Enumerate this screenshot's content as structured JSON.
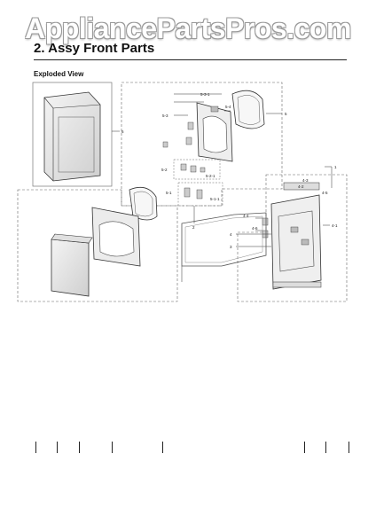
{
  "watermark": "AppliancePartsPros.com",
  "section_title": "2.  Assy Front Parts",
  "view_label": "Exploded View",
  "callouts": {
    "door_cover": "6",
    "door_set": "5",
    "door_hinge": "5-1",
    "door_hinge_a": "5-1-1",
    "door_glass": "5-3",
    "door_glass_a": "5-3-1",
    "door_handle": "5-4",
    "door_lock": "5-2",
    "door_lock_a": "5-2-1",
    "panel_front": "1",
    "panel_a": "4-1",
    "panel_b": "4-2",
    "panel_c": "4-3",
    "panel_d": "4-4",
    "panel_e": "4-5",
    "panel_f": "4-6",
    "frame_4": "4",
    "frame_3": "3",
    "frame_2": "2"
  }
}
